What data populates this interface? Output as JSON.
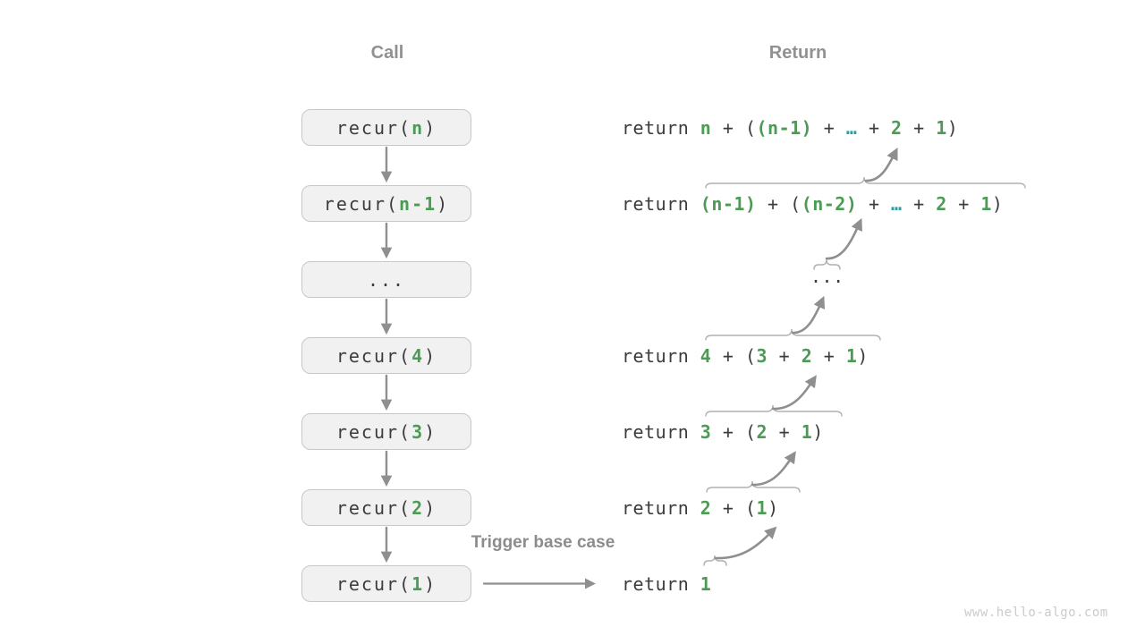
{
  "headers": {
    "call": "Call",
    "return": "Return"
  },
  "trigger_label": "Trigger base case",
  "watermark": "www.hello-algo.com",
  "colors": {
    "green": "#4c9b55",
    "teal": "#2a9fa3",
    "dark": "#3c3c3c",
    "gray": "#8f8f8f",
    "box_fill": "#f1f1f1",
    "box_border": "#c8c8c8",
    "brace": "#b0b0b0",
    "watermark_gray": "#cbcbcb"
  },
  "call_stack": [
    {
      "segments": [
        {
          "t": "recur(",
          "c": "dark"
        },
        {
          "t": "n",
          "c": "green"
        },
        {
          "t": ")",
          "c": "dark"
        }
      ]
    },
    {
      "segments": [
        {
          "t": "recur(",
          "c": "dark"
        },
        {
          "t": "n-1",
          "c": "green"
        },
        {
          "t": ")",
          "c": "dark"
        }
      ]
    },
    {
      "segments": [
        {
          "t": "...",
          "c": "dark"
        }
      ]
    },
    {
      "segments": [
        {
          "t": "recur(",
          "c": "dark"
        },
        {
          "t": "4",
          "c": "green"
        },
        {
          "t": ")",
          "c": "dark"
        }
      ]
    },
    {
      "segments": [
        {
          "t": "recur(",
          "c": "dark"
        },
        {
          "t": "3",
          "c": "green"
        },
        {
          "t": ")",
          "c": "dark"
        }
      ]
    },
    {
      "segments": [
        {
          "t": "recur(",
          "c": "dark"
        },
        {
          "t": "2",
          "c": "green"
        },
        {
          "t": ")",
          "c": "dark"
        }
      ]
    },
    {
      "segments": [
        {
          "t": "recur(",
          "c": "dark"
        },
        {
          "t": "1",
          "c": "green"
        },
        {
          "t": ")",
          "c": "dark"
        }
      ]
    }
  ],
  "return_rows": [
    {
      "segments": [
        {
          "t": "return ",
          "c": "dark"
        },
        {
          "t": "n",
          "c": "green"
        },
        {
          "t": " + (",
          "c": "dark"
        },
        {
          "t": "(n-1)",
          "c": "green"
        },
        {
          "t": " + ",
          "c": "dark"
        },
        {
          "t": "…",
          "c": "teal"
        },
        {
          "t": " + ",
          "c": "dark"
        },
        {
          "t": "2",
          "c": "green"
        },
        {
          "t": " + ",
          "c": "dark"
        },
        {
          "t": "1",
          "c": "green"
        },
        {
          "t": ")",
          "c": "dark"
        }
      ]
    },
    {
      "segments": [
        {
          "t": "return ",
          "c": "dark"
        },
        {
          "t": "(n-1)",
          "c": "green"
        },
        {
          "t": " + (",
          "c": "dark"
        },
        {
          "t": "(n-2)",
          "c": "green"
        },
        {
          "t": " + ",
          "c": "dark"
        },
        {
          "t": "…",
          "c": "teal"
        },
        {
          "t": " + ",
          "c": "dark"
        },
        {
          "t": "2",
          "c": "green"
        },
        {
          "t": " + ",
          "c": "dark"
        },
        {
          "t": "1",
          "c": "green"
        },
        {
          "t": ")",
          "c": "dark"
        }
      ]
    },
    {
      "segments": [
        {
          "t": "...",
          "c": "dark"
        }
      ]
    },
    {
      "segments": [
        {
          "t": "return ",
          "c": "dark"
        },
        {
          "t": "4",
          "c": "green"
        },
        {
          "t": " + (",
          "c": "dark"
        },
        {
          "t": "3",
          "c": "green"
        },
        {
          "t": " + ",
          "c": "dark"
        },
        {
          "t": "2",
          "c": "green"
        },
        {
          "t": " + ",
          "c": "dark"
        },
        {
          "t": "1",
          "c": "green"
        },
        {
          "t": ")",
          "c": "dark"
        }
      ]
    },
    {
      "segments": [
        {
          "t": "return ",
          "c": "dark"
        },
        {
          "t": "3",
          "c": "green"
        },
        {
          "t": " + (",
          "c": "dark"
        },
        {
          "t": "2",
          "c": "green"
        },
        {
          "t": " + ",
          "c": "dark"
        },
        {
          "t": "1",
          "c": "green"
        },
        {
          "t": ")",
          "c": "dark"
        }
      ]
    },
    {
      "segments": [
        {
          "t": "return ",
          "c": "dark"
        },
        {
          "t": "2",
          "c": "green"
        },
        {
          "t": " + (",
          "c": "dark"
        },
        {
          "t": "1",
          "c": "green"
        },
        {
          "t": ")",
          "c": "dark"
        }
      ]
    },
    {
      "segments": [
        {
          "t": "return ",
          "c": "dark"
        },
        {
          "t": "1",
          "c": "green"
        }
      ]
    }
  ]
}
